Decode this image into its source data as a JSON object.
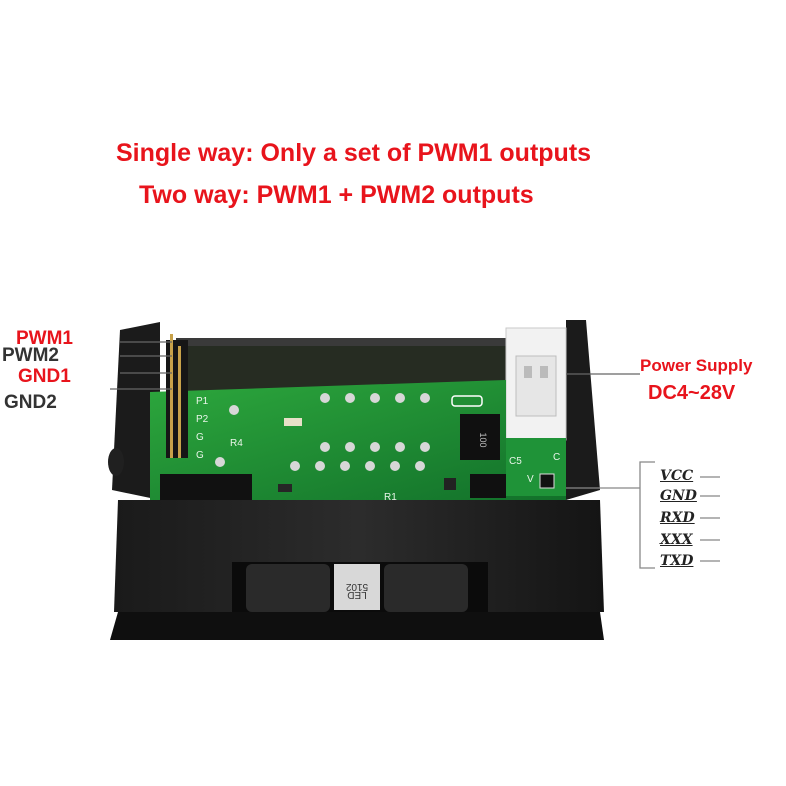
{
  "headline": {
    "line1": "Single way: Only a set of PWM1 outputs",
    "line2": "Two way: PWM1 + PWM2 outputs",
    "color": "#e8141c"
  },
  "pin_labels": [
    {
      "text": "PWM1",
      "color": "#e8141c"
    },
    {
      "text": "PWM2",
      "color": "#333333"
    },
    {
      "text": "GND1",
      "color": "#e8141c"
    },
    {
      "text": "GND2",
      "color": "#333333"
    }
  ],
  "power_supply": {
    "label": "Power Supply",
    "voltage": "DC4~28V",
    "color": "#e8141c"
  },
  "uart_pins": [
    "VCC",
    "GND",
    "RXD",
    "XXX",
    "TXD"
  ],
  "board_silkscreen": {
    "p1": "P1",
    "p2": "P2",
    "g1": "G",
    "g2": "G",
    "r4": "R4",
    "c5": "C5",
    "c": "C",
    "v": "V",
    "led": "LED",
    "code": "5102",
    "chip_a": "100",
    "chip_b": "R1"
  },
  "colors": {
    "case": "#151515",
    "pcb": "#1e8a2e",
    "background": "#ffffff"
  }
}
